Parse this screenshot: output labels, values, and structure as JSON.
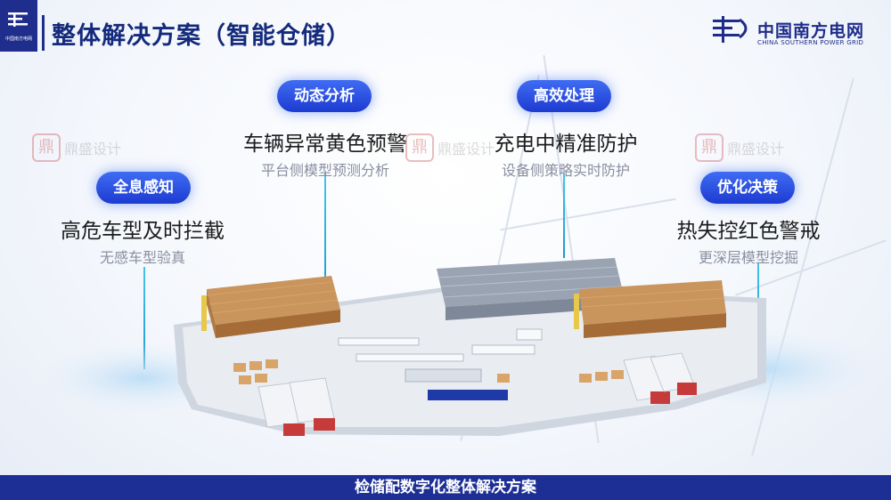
{
  "header": {
    "title": "整体解决方案（智能仓储）",
    "logo_mini_text": "中国南方电网"
  },
  "brand": {
    "name_cn": "中国南方电网",
    "name_en": "CHINA SOUTHERN POWER GRID",
    "color": "#1e2c8a"
  },
  "watermark": {
    "text": "鼎盛设计"
  },
  "features": [
    {
      "pill": "全息感知",
      "headline": "高危车型及时拦截",
      "sub": "无感车型验真"
    },
    {
      "pill": "动态分析",
      "headline": "车辆异常黄色预警",
      "sub": "平台侧模型预测分析"
    },
    {
      "pill": "高效处理",
      "headline": "充电中精准防护",
      "sub": "设备侧策略实时防护"
    },
    {
      "pill": "优化决策",
      "headline": "热失控红色警戒",
      "sub": "更深层模型挖掘"
    }
  ],
  "footer": {
    "text": "检储配数字化整体解决方案"
  },
  "colors": {
    "accent": "#1f2e8c",
    "pill": "#2a4be0",
    "connector": "#3bb5e0",
    "footer_bg": "#1d2f94"
  }
}
